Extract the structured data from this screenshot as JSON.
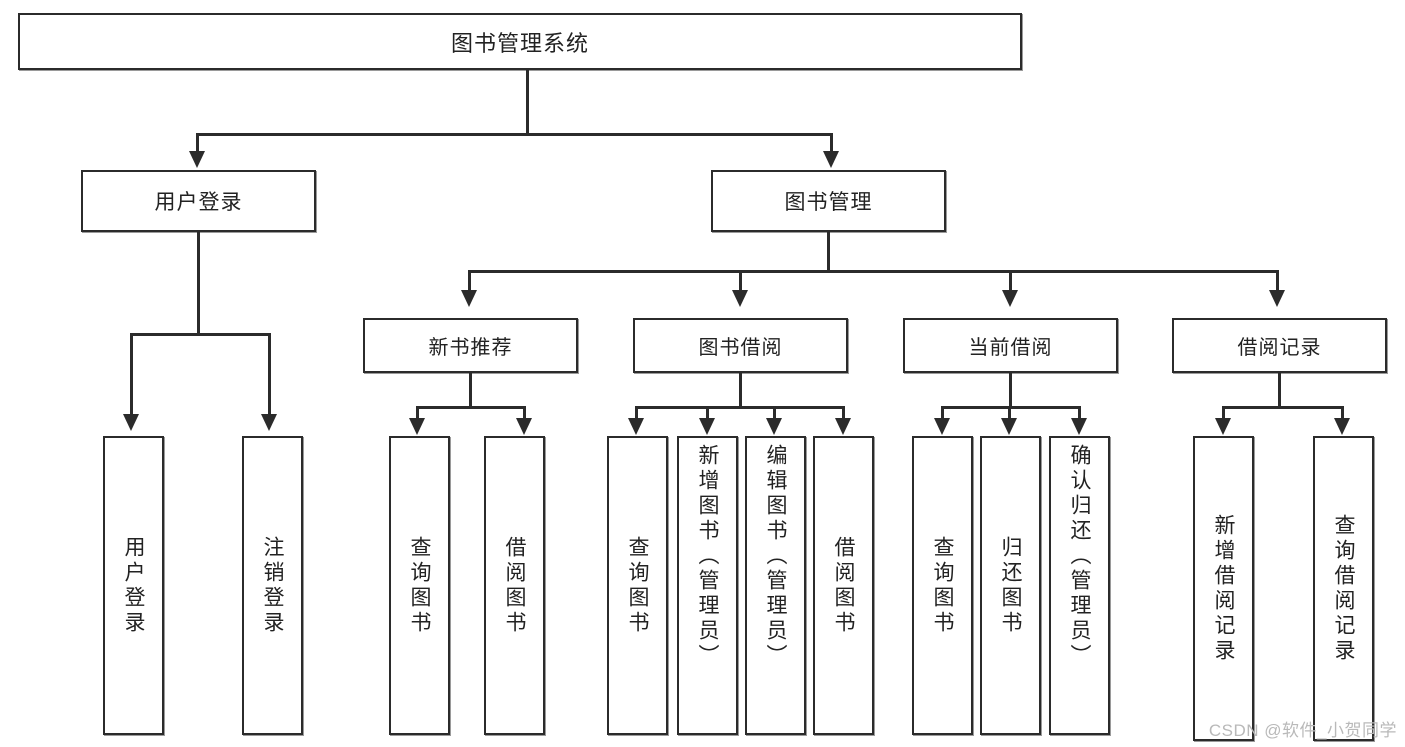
{
  "diagram": {
    "title": "图书管理系统",
    "type": "tree-hierarchy-diagram",
    "background_color": "#ffffff",
    "line_color": "#2b2b2b",
    "text_color": "#222222"
  },
  "root": {
    "label": "图书管理系统"
  },
  "level2": [
    {
      "label": "用户登录"
    },
    {
      "label": "图书管理"
    }
  ],
  "level3": [
    {
      "label": "新书推荐"
    },
    {
      "label": "图书借阅"
    },
    {
      "label": "当前借阅"
    },
    {
      "label": "借阅记录"
    }
  ],
  "leaves": {
    "user_login": [
      {
        "label": "用户登录"
      },
      {
        "label": "注销登录"
      }
    ],
    "new_book_recommend": [
      {
        "label": "查询图书"
      },
      {
        "label": "借阅图书"
      }
    ],
    "book_borrow": [
      {
        "label": "查询图书"
      },
      {
        "label": "新增图书（管理员）"
      },
      {
        "label": "编辑图书（管理员）"
      },
      {
        "label": "借阅图书"
      }
    ],
    "current_borrow": [
      {
        "label": "查询图书"
      },
      {
        "label": "归还图书"
      },
      {
        "label": "确认归还（管理员）"
      }
    ],
    "borrow_record": [
      {
        "label": "新增借阅记录"
      },
      {
        "label": "查询借阅记录"
      }
    ]
  },
  "watermark": {
    "text": "CSDN @软件_小贺同学"
  }
}
